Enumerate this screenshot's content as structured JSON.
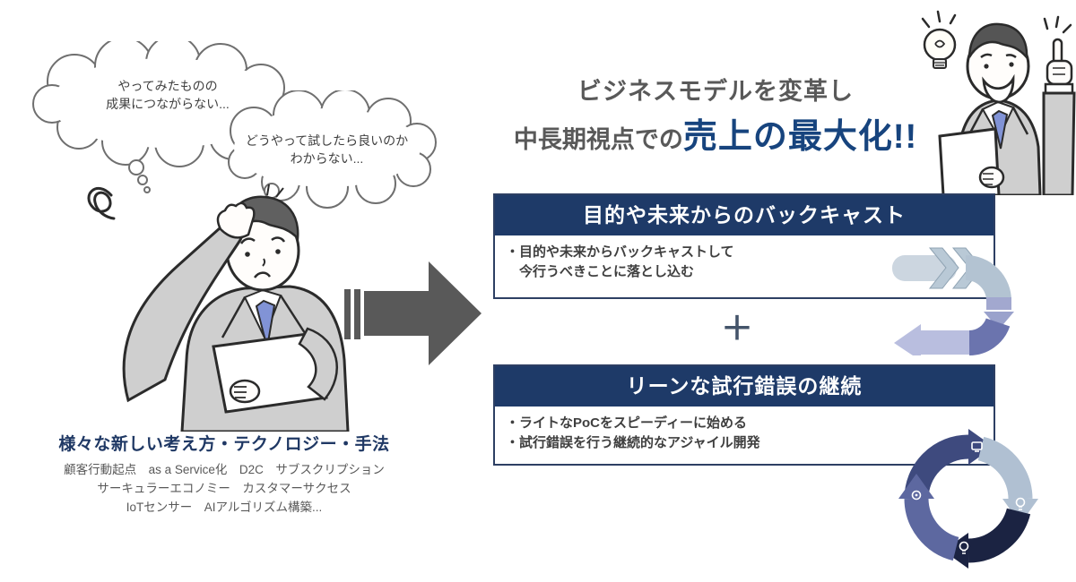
{
  "problem_side": {
    "bubble1_line1": "やってみたものの",
    "bubble1_line2": "成果につながらない...",
    "bubble2_line1": "どうやって試したら良いのか",
    "bubble2_line2": "わからない...",
    "title": "様々な新しい考え方・テクノロジー・手法",
    "keywords": [
      "顧客行動起点　as a Service化　D2C　サブスクリプション",
      "サーキュラーエコノミー　カスタマーサクセス",
      "IoTセンサー　AIアルゴリズム構築..."
    ]
  },
  "solution_side": {
    "headline_line1": "ビジネスモデルを変革し",
    "headline_line2_prefix": "中長期視点での",
    "headline_line2_emphasis": "売上の最大化!!",
    "plus_sign": "＋",
    "box1": {
      "header": "目的や未来からのバックキャスト",
      "bullet1": "・目的や未来からバックキャストして",
      "bullet2": "　今行うべきことに落とし込む"
    },
    "box2": {
      "header": "リーンな試行錯誤の継続",
      "bullet1": "・ライトなPoCをスピーディーに始める",
      "bullet2": "・試行錯誤を行う継続的なアジャイル開発"
    }
  },
  "graphics": {
    "transform_arrow": "striped-right-arrow",
    "backcast_arrow": "u-turn-chevron-arrow",
    "iteration_cycle": "four-step-cycle-arrows",
    "idea": "lightbulb"
  },
  "colors": {
    "header_navy": "#1e3a68",
    "emphasis_blue": "#17447e",
    "gray_text": "#595959",
    "arrow_gray": "#595959",
    "cycle_dark_navy": "#1b2342",
    "cycle_slate": "#3e4a7e",
    "cycle_light_blue": "#b0c0d2",
    "cycle_purple": "#5d68a0",
    "suit_gray": "#cfcfcf",
    "tie_blue": "#8193d6"
  }
}
